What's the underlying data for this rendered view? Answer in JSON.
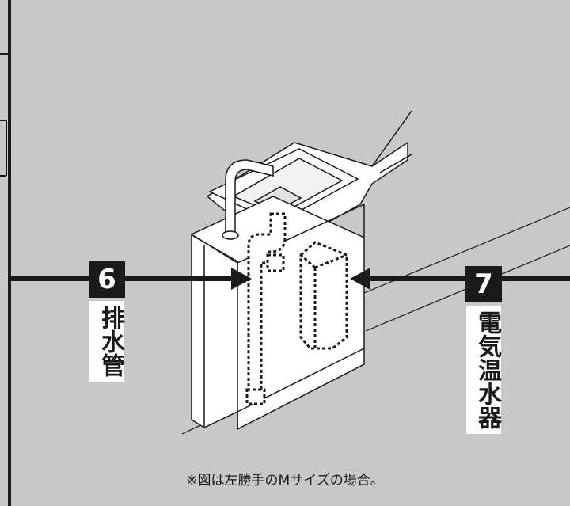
{
  "labels": {
    "drain": {
      "number": "6",
      "text": "排水管"
    },
    "heater": {
      "number": "7",
      "text": "電気温水器"
    }
  },
  "note": "※図は左勝手のMサイズの場合。",
  "colors": {
    "background": "#c8c8c9",
    "line": "#1a1a1a",
    "surface": "#ffffff"
  }
}
